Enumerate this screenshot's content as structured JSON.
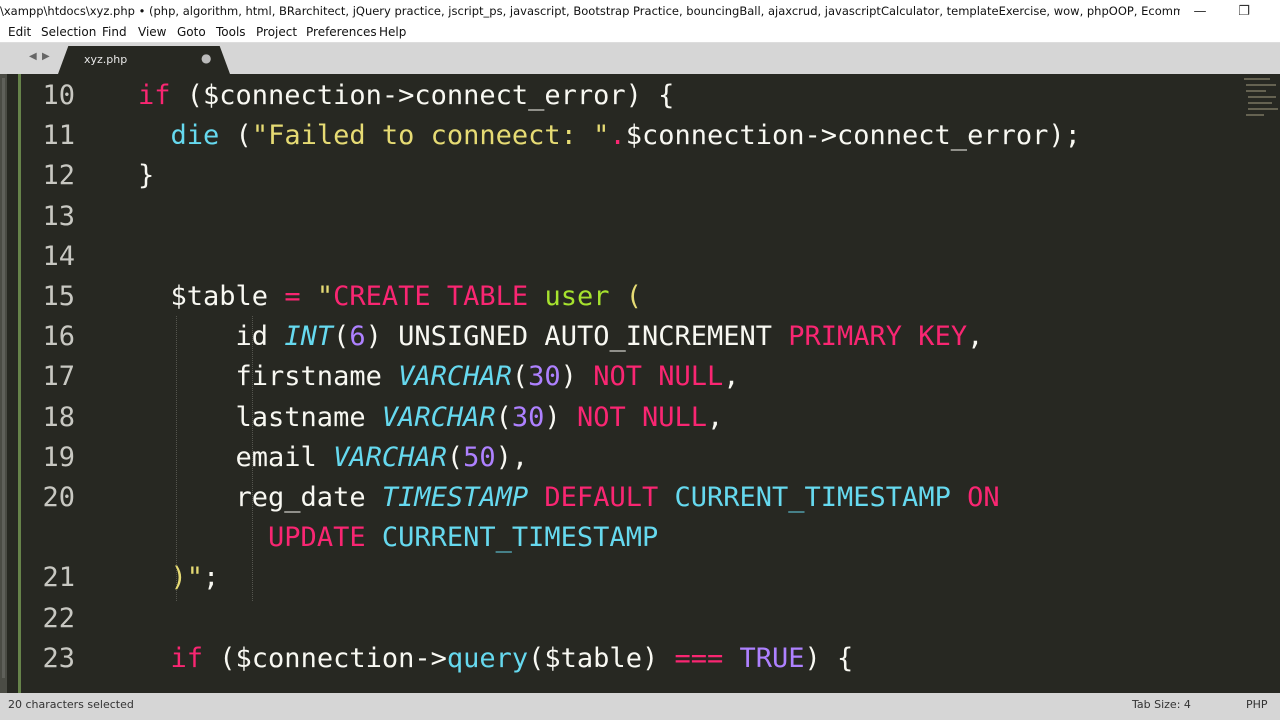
{
  "window": {
    "title": "\\xampp\\htdocs\\xyz.php • (php, algorithm, html, BRarchitect, jQuery practice, jscript_ps, javascript, Bootstrap Practice, bouncingBall, ajaxcrud, javascriptCalculator, templateExercise, wow, phpOOP, Ecommerce, idlc, cockpit) ...",
    "minimize_glyph": "—",
    "restore_glyph": "❐"
  },
  "menu": [
    "Edit",
    "Selection",
    "Find",
    "View",
    "Goto",
    "Tools",
    "Project",
    "Preferences",
    "Help"
  ],
  "tabs": {
    "back_glyph": "◀",
    "forward_glyph": "▶",
    "active_file": "xyz.php",
    "modified_glyph": "●"
  },
  "colors": {
    "background": "#272822",
    "default": "#f8f8f2",
    "keyword": "#f92672",
    "string": "#e6db74",
    "function": "#66d9ef",
    "number": "#ae81ff",
    "type": "#66d9ef",
    "green": "#a6e22e",
    "orange": "#fd971f"
  },
  "editor": {
    "lines": [
      {
        "num": "10",
        "tokens": [
          {
            "t": "if",
            "c": "keyword"
          },
          {
            "t": " ($connection->connect_error) {",
            "c": "default"
          }
        ]
      },
      {
        "num": "11",
        "tokens": [
          {
            "t": "  ",
            "c": "default"
          },
          {
            "t": "die",
            "c": "function"
          },
          {
            "t": " (",
            "c": "default"
          },
          {
            "t": "\"Failed to conneect: \"",
            "c": "string"
          },
          {
            "t": ".",
            "c": "keyword"
          },
          {
            "t": "$connection->connect_error);",
            "c": "default"
          }
        ]
      },
      {
        "num": "12",
        "tokens": [
          {
            "t": "}",
            "c": "default"
          }
        ]
      },
      {
        "num": "13",
        "tokens": []
      },
      {
        "num": "14",
        "tokens": []
      },
      {
        "num": "15",
        "tokens": [
          {
            "t": "  $table ",
            "c": "default"
          },
          {
            "t": "=",
            "c": "keyword"
          },
          {
            "t": " \"",
            "c": "string"
          },
          {
            "t": "CREATE",
            "c": "keyword"
          },
          {
            "t": " ",
            "c": "default"
          },
          {
            "t": "TABLE",
            "c": "keyword"
          },
          {
            "t": " ",
            "c": "default"
          },
          {
            "t": "user",
            "c": "green"
          },
          {
            "t": " (",
            "c": "string"
          }
        ]
      },
      {
        "num": "16",
        "tokens": [
          {
            "t": "      id ",
            "c": "default"
          },
          {
            "t": "INT",
            "c": "type",
            "i": true
          },
          {
            "t": "(",
            "c": "default"
          },
          {
            "t": "6",
            "c": "number"
          },
          {
            "t": ") UNSIGNED AUTO_INCREMENT ",
            "c": "default"
          },
          {
            "t": "PRIMARY KEY",
            "c": "keyword"
          },
          {
            "t": ",",
            "c": "default"
          }
        ]
      },
      {
        "num": "17",
        "tokens": [
          {
            "t": "      firstname ",
            "c": "default"
          },
          {
            "t": "VARCHAR",
            "c": "type",
            "i": true
          },
          {
            "t": "(",
            "c": "default"
          },
          {
            "t": "30",
            "c": "number"
          },
          {
            "t": ") ",
            "c": "default"
          },
          {
            "t": "NOT NULL",
            "c": "keyword"
          },
          {
            "t": ",",
            "c": "default"
          }
        ]
      },
      {
        "num": "18",
        "tokens": [
          {
            "t": "      lastname ",
            "c": "default"
          },
          {
            "t": "VARCHAR",
            "c": "type",
            "i": true
          },
          {
            "t": "(",
            "c": "default"
          },
          {
            "t": "30",
            "c": "number"
          },
          {
            "t": ") ",
            "c": "default"
          },
          {
            "t": "NOT NULL",
            "c": "keyword"
          },
          {
            "t": ",",
            "c": "default"
          }
        ]
      },
      {
        "num": "19",
        "tokens": [
          {
            "t": "      email ",
            "c": "default"
          },
          {
            "t": "VARCHAR",
            "c": "type",
            "i": true
          },
          {
            "t": "(",
            "c": "default"
          },
          {
            "t": "50",
            "c": "number"
          },
          {
            "t": "),",
            "c": "default"
          }
        ]
      },
      {
        "num": "20",
        "tokens": [
          {
            "t": "      reg_date ",
            "c": "default"
          },
          {
            "t": "TIMESTAMP",
            "c": "type",
            "i": true
          },
          {
            "t": " ",
            "c": "default"
          },
          {
            "t": "DEFAULT",
            "c": "keyword"
          },
          {
            "t": " ",
            "c": "default"
          },
          {
            "t": "CURRENT_TIMESTAMP",
            "c": "function"
          },
          {
            "t": " ",
            "c": "default"
          },
          {
            "t": "ON",
            "c": "keyword"
          }
        ]
      },
      {
        "num": "",
        "tokens": [
          {
            "t": "        ",
            "c": "default"
          },
          {
            "t": "UPDATE",
            "c": "keyword"
          },
          {
            "t": " ",
            "c": "default"
          },
          {
            "t": "CURRENT_TIMESTAMP",
            "c": "function"
          }
        ]
      },
      {
        "num": "21",
        "tokens": [
          {
            "t": "  ",
            "c": "default"
          },
          {
            "t": ")\"",
            "c": "string"
          },
          {
            "t": ";",
            "c": "default"
          }
        ]
      },
      {
        "num": "22",
        "tokens": []
      },
      {
        "num": "23",
        "tokens": [
          {
            "t": "  ",
            "c": "default"
          },
          {
            "t": "if",
            "c": "keyword"
          },
          {
            "t": " ($connection->",
            "c": "default"
          },
          {
            "t": "query",
            "c": "function"
          },
          {
            "t": "($table) ",
            "c": "default"
          },
          {
            "t": "===",
            "c": "keyword"
          },
          {
            "t": " ",
            "c": "default"
          },
          {
            "t": "TRUE",
            "c": "number"
          },
          {
            "t": ") {",
            "c": "default"
          }
        ]
      }
    ]
  },
  "status": {
    "selection": "20 characters selected",
    "tab_size": "Tab Size: 4",
    "syntax": "PHP"
  }
}
